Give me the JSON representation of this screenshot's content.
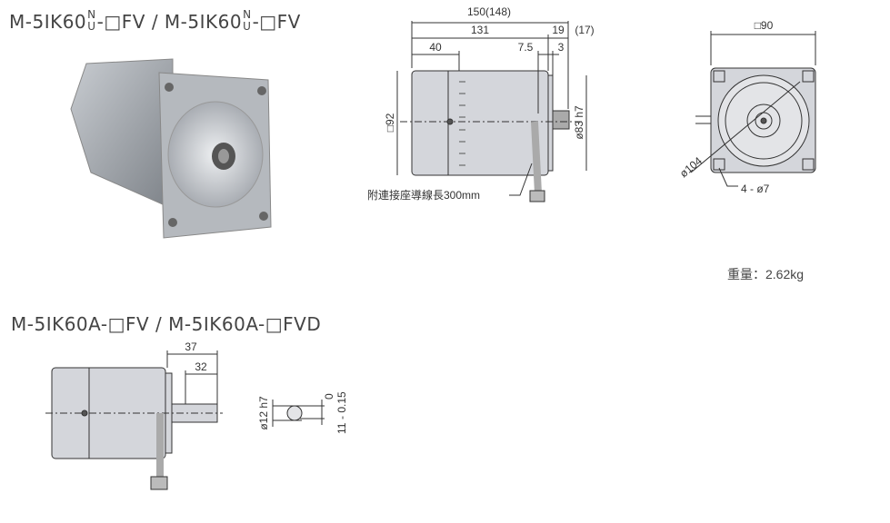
{
  "title_top": {
    "prefix": "M-5IK60",
    "sup": "N",
    "sub": "U",
    "mid": "-□FV  /  M-5IK60",
    "sup2": "N",
    "sub2": "U",
    "suffix": "-□FV"
  },
  "title_bottom": "M-5IK60A-□FV  /  M-5IK60A-□FVD",
  "side_view": {
    "dim_total": "150(148)",
    "dim_body": "131",
    "dim_flange": "19",
    "dim_flange_alt": "(17)",
    "dim_40": "40",
    "dim_7_5": "7.5",
    "dim_3": "3",
    "dim_square": "□92",
    "dim_pilot": "ø83 h7",
    "cable_note": "附連接座導線長300mm"
  },
  "front_view": {
    "dim_square": "□90",
    "dim_pcd": "ø104",
    "dim_holes": "4 - ø7"
  },
  "weight": "重量：2.62kg",
  "shaft_view": {
    "dim_37": "37",
    "dim_32": "32",
    "dim_shaft": "ø12 h7",
    "dim_flat": "11",
    "tol_upper": "0",
    "tol_lower": "- 0.15"
  },
  "colors": {
    "body": "#d4d6db",
    "line": "#333333"
  }
}
